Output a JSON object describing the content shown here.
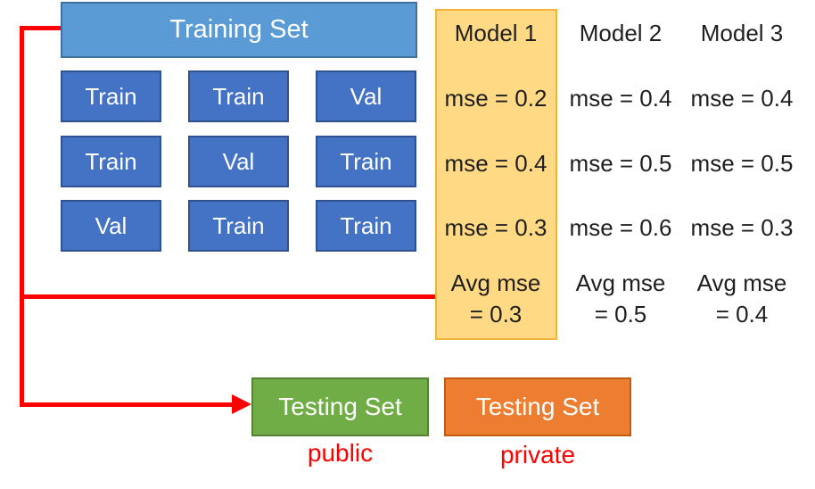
{
  "colors": {
    "header_fill": "#5B9BD5",
    "header_border": "#41719C",
    "cell_fill": "#4472C4",
    "cell_border": "#2F528F",
    "highlight_fill": "#FFD983",
    "highlight_border": "#F2B33A",
    "public_fill": "#70AD47",
    "public_border": "#548235",
    "private_fill": "#ED7D31",
    "private_border": "#C55A11",
    "arrow": "#FF0000",
    "label_red": "#FF0000",
    "text_dark": "#1F1F1F"
  },
  "training": {
    "title": "Training Set",
    "grid": [
      [
        "Train",
        "Train",
        "Val"
      ],
      [
        "Train",
        "Val",
        "Train"
      ],
      [
        "Val",
        "Train",
        "Train"
      ]
    ]
  },
  "models": [
    {
      "name": "Model 1",
      "highlighted": true,
      "mse": [
        "mse = 0.2",
        "mse = 0.4",
        "mse = 0.3"
      ],
      "avg_line1": "Avg mse",
      "avg_line2": "= 0.3"
    },
    {
      "name": "Model 2",
      "highlighted": false,
      "mse": [
        "mse = 0.4",
        "mse = 0.5",
        "mse = 0.6"
      ],
      "avg_line1": "Avg mse",
      "avg_line2": "= 0.5"
    },
    {
      "name": "Model 3",
      "highlighted": false,
      "mse": [
        "mse = 0.4",
        "mse = 0.5",
        "mse = 0.3"
      ],
      "avg_line1": "Avg mse",
      "avg_line2": "= 0.4"
    }
  ],
  "testing": {
    "public_box": "Testing Set",
    "public_label": "public",
    "private_box": "Testing Set",
    "private_label": "private"
  }
}
